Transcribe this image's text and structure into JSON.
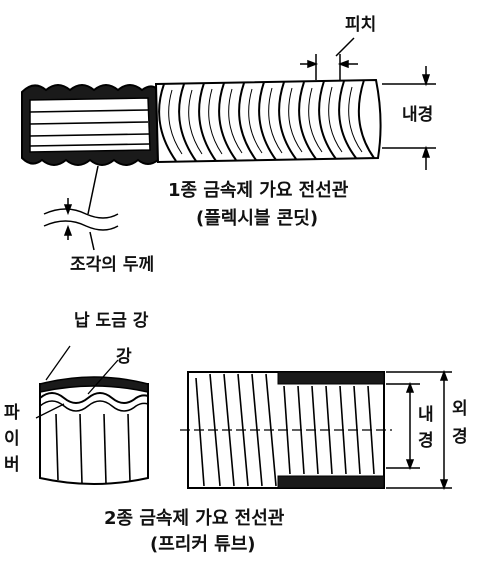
{
  "figure1": {
    "pitch_label": "피치",
    "inner_diameter_label": "내경",
    "caption_line1": "1종 금속제 가요 전선관",
    "caption_line2": "(플렉시블 콘딧)",
    "strip_thickness_label": "조각의 두께"
  },
  "figure2": {
    "lead_plating_label": "납 도금 강",
    "steel_label": "강",
    "fiber_label": [
      "파",
      "이",
      "버"
    ],
    "inner_diameter_label": [
      "내",
      "경"
    ],
    "outer_diameter_label": [
      "외",
      "경"
    ],
    "caption_line1": "2종 금속제 가요 전선관",
    "caption_line2": "(프리커 튜브)"
  }
}
